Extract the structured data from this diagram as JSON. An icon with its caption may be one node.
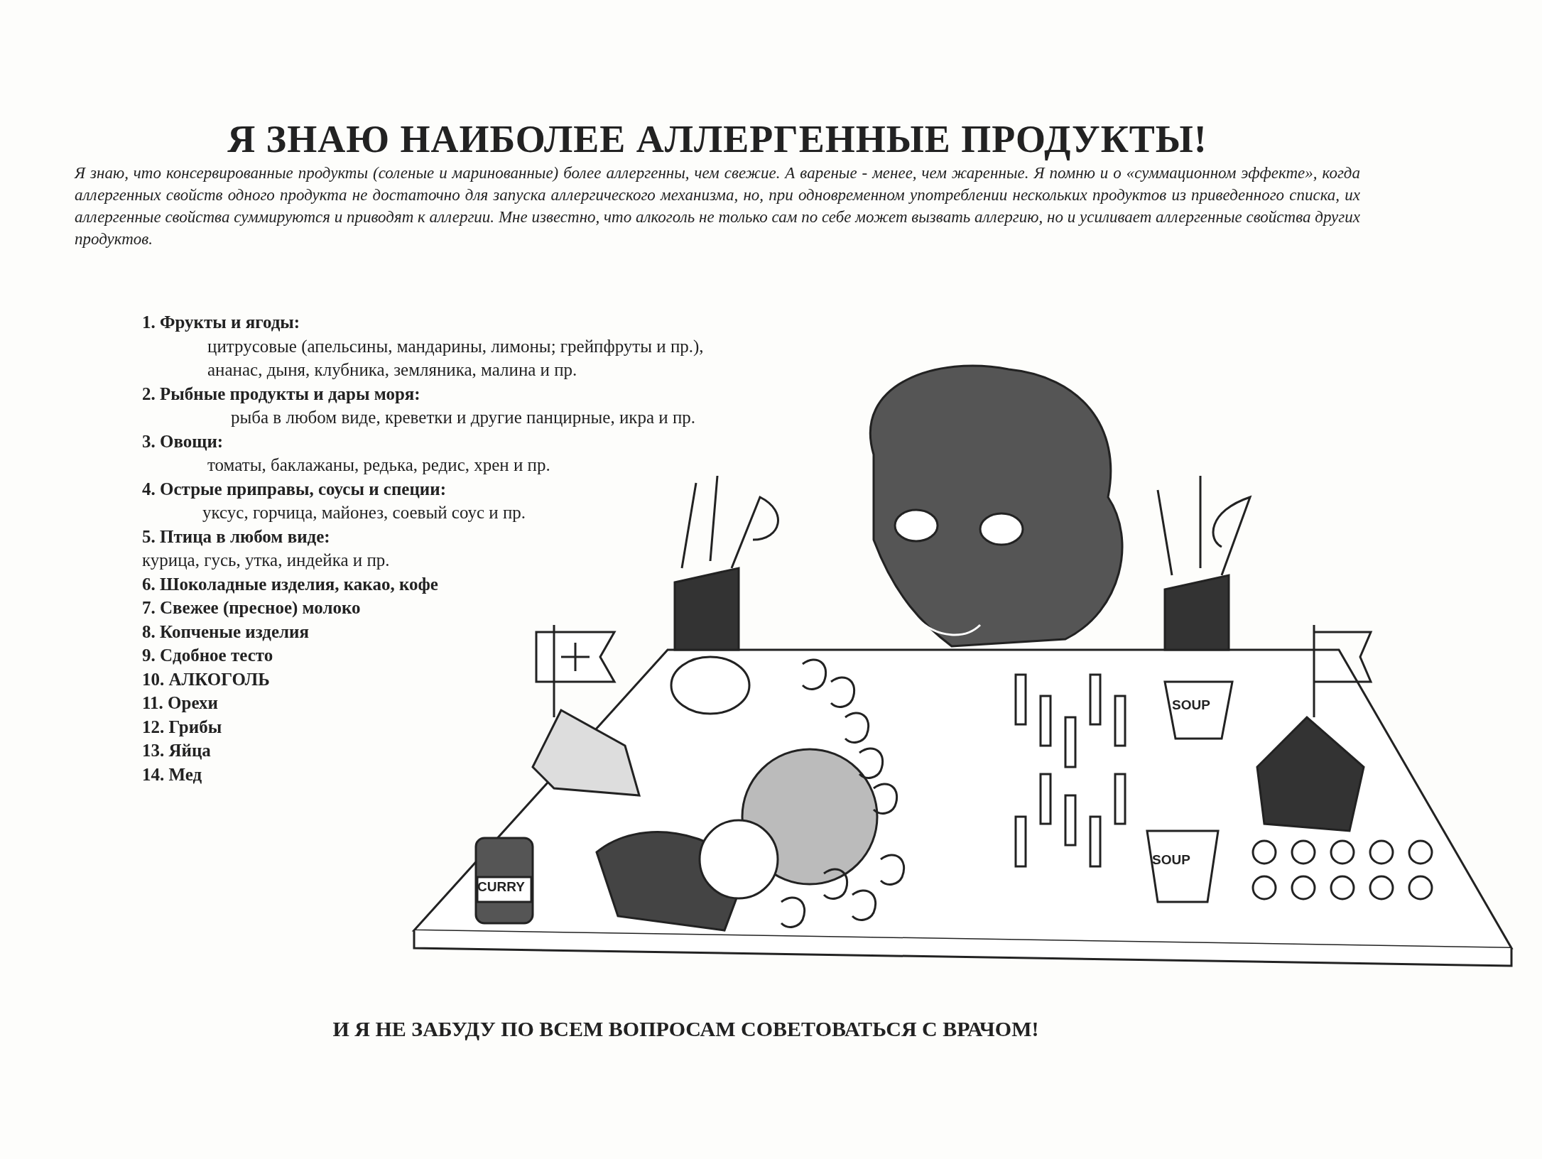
{
  "diagram": {
    "title": "Я ЗНАЮ НАИБОЛЕЕ АЛЛЕРГЕННЫЕ ПРОДУКТЫ!",
    "caption": "И Я НЕ ЗАБУДУ ПО ВСЕМ ВОПРОСАМ СОВЕТОВАТЬСЯ С ВРАЧОМ!",
    "labels": [
      "Я знаю, что консервированные продукты (соленые и маринованные) более аллергенны, чем свежие. А вареные - менее, чем жаренные. Я помню и о «суммационном эффекте», когда аллергенных свойств одного продукта не достаточно для запуска аллергического механизма, но, при одновременном употреблении нескольких продуктов из приведенного списка, их аллергенные свойства суммируются и приводят к аллергии. Мне известно, что алкоголь не только сам по себе может вызвать аллергию, но и усиливает аллергенные свойства других продуктов.",
      "1. Фрукты и ягоды:",
      "цитрусовые (апельсины, мандарины, лимоны; грейпфруты и пр.),",
      "ананас, дыня, клубника, земляника, малина и пр.",
      "2. Рыбные продукты и дары моря:",
      "рыба в любом виде, креветки и другие панцирные, икра и пр.",
      "3. Овощи:",
      "томаты, баклажаны, редька, редис, хрен и пр.",
      "4. Острые приправы, соусы и специи:",
      "уксус, горчица, майонез, соевый соус и пр.",
      "5. Птица в любом виде:",
      "курица, гусь, утка, индейка и пр.",
      "6. Шоколадные изделия, какао, кофе",
      "7. Свежее (пресное) молоко",
      "8. Копченые изделия",
      "9. Сдобное тесто",
      "10. АЛКОГОЛЬ",
      "11. Орехи",
      "12. Грибы",
      "13. Яйца",
      "14. Мед",
      "CURRY",
      "SOUP",
      "SOUP"
    ]
  }
}
